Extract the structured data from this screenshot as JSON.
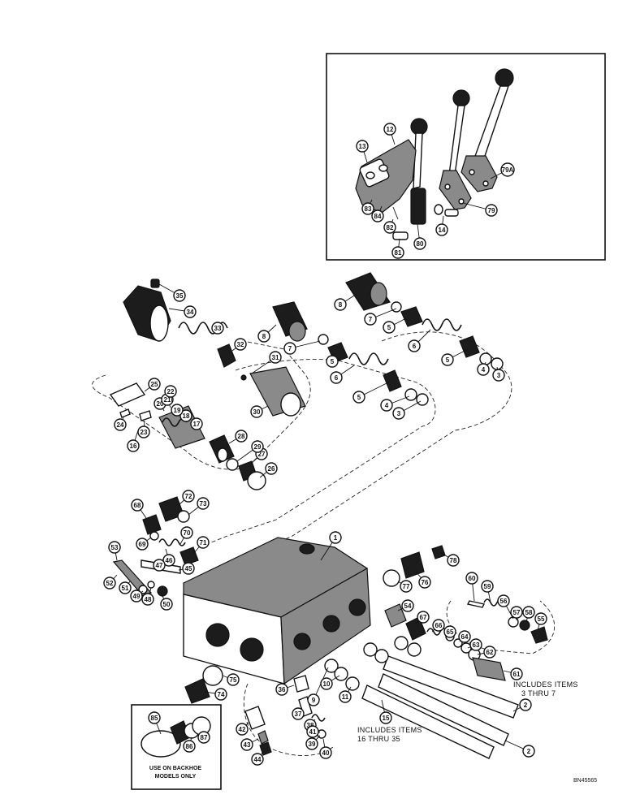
{
  "callouts": [
    "1",
    "2",
    "3",
    "4",
    "5",
    "6",
    "7",
    "8",
    "9",
    "10",
    "11",
    "12",
    "13",
    "14",
    "15",
    "16",
    "17",
    "18",
    "19",
    "20",
    "21",
    "22",
    "23",
    "24",
    "25",
    "26",
    "27",
    "28",
    "29",
    "30",
    "31",
    "32",
    "33",
    "34",
    "35",
    "36",
    "37",
    "38",
    "39",
    "40",
    "41",
    "42",
    "43",
    "44",
    "45",
    "46",
    "47",
    "48",
    "49",
    "50",
    "51",
    "52",
    "53",
    "54",
    "55",
    "56",
    "57",
    "58",
    "59",
    "60",
    "61",
    "62",
    "63",
    "64",
    "65",
    "66",
    "67",
    "68",
    "69",
    "70",
    "71",
    "72",
    "73",
    "74",
    "75",
    "76",
    "77",
    "78",
    "79",
    "79A",
    "80",
    "81",
    "82",
    "83",
    "84",
    "85",
    "86",
    "87"
  ],
  "notes": {
    "includes_3_7": [
      "INCLUDES ITEMS",
      "3 THRU 7"
    ],
    "includes_16_35": [
      "INCLUDES ITEMS",
      "16 THRU 35"
    ],
    "backhoe": [
      "USE ON BACKHOE",
      "MODELS ONLY"
    ]
  },
  "drawing_code": "BN45565"
}
